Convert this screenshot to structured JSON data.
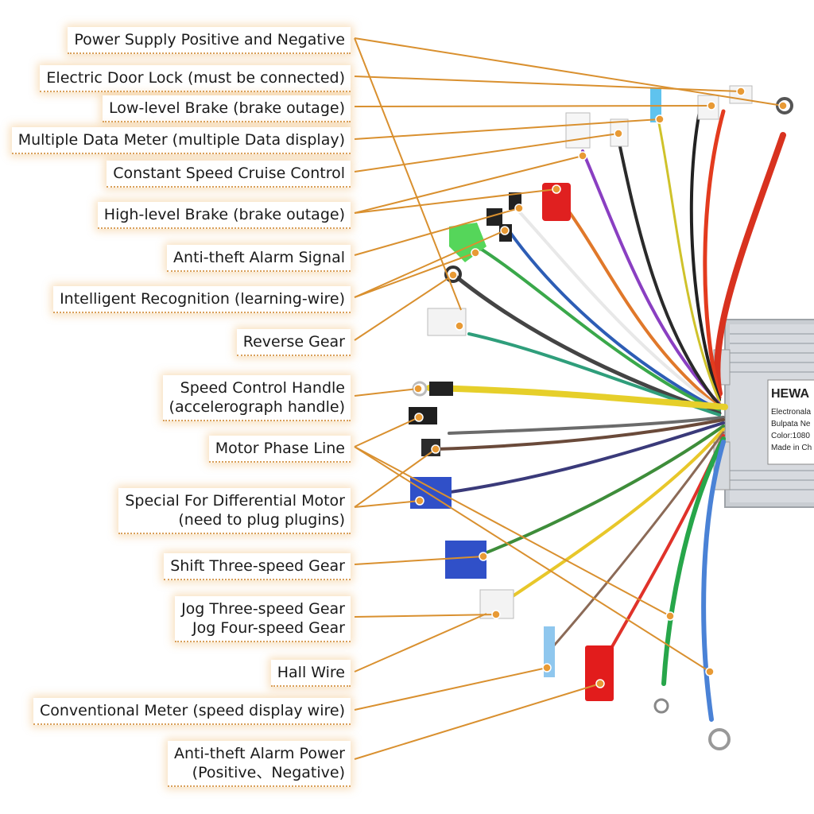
{
  "labels": [
    {
      "id": "power-supply",
      "lines": [
        "Power Supply Positive and Negative"
      ]
    },
    {
      "id": "door-lock",
      "lines": [
        "Electric Door Lock (must be connected)"
      ]
    },
    {
      "id": "low-brake",
      "lines": [
        "Low-level Brake (brake outage)"
      ]
    },
    {
      "id": "data-meter",
      "lines": [
        "Multiple Data Meter (multiple Data display)"
      ]
    },
    {
      "id": "cruise",
      "lines": [
        "Constant Speed Cruise Control"
      ]
    },
    {
      "id": "high-brake",
      "lines": [
        "High-level Brake (brake outage)"
      ]
    },
    {
      "id": "alarm-signal",
      "lines": [
        "Anti-theft Alarm Signal"
      ]
    },
    {
      "id": "learning-wire",
      "lines": [
        "Intelligent Recognition (learning-wire)"
      ]
    },
    {
      "id": "reverse",
      "lines": [
        "Reverse Gear"
      ]
    },
    {
      "id": "throttle",
      "lines": [
        "Speed Control Handle",
        "(accelerograph handle)"
      ]
    },
    {
      "id": "motor-phase",
      "lines": [
        "Motor Phase Line"
      ]
    },
    {
      "id": "differential",
      "lines": [
        "Special For Differential Motor",
        "(need to plug plugins)"
      ]
    },
    {
      "id": "shift-three",
      "lines": [
        "Shift Three-speed Gear"
      ]
    },
    {
      "id": "jog",
      "lines": [
        "Jog Three-speed Gear",
        "Jog Four-speed Gear"
      ]
    },
    {
      "id": "hall",
      "lines": [
        "Hall Wire"
      ]
    },
    {
      "id": "conv-meter",
      "lines": [
        "Conventional Meter (speed display wire)"
      ]
    },
    {
      "id": "alarm-power",
      "lines": [
        "Anti-theft Alarm Power",
        "(Positive、Negative)"
      ]
    }
  ],
  "controller": {
    "brand": "HEWA",
    "lines": [
      "Electronala",
      "Bulpata Ne",
      "Color:1080",
      "Made in Ch"
    ]
  },
  "colors": {
    "leader": "#d9902f",
    "body": "#c8ccd1",
    "label_glow": "#eca648"
  }
}
